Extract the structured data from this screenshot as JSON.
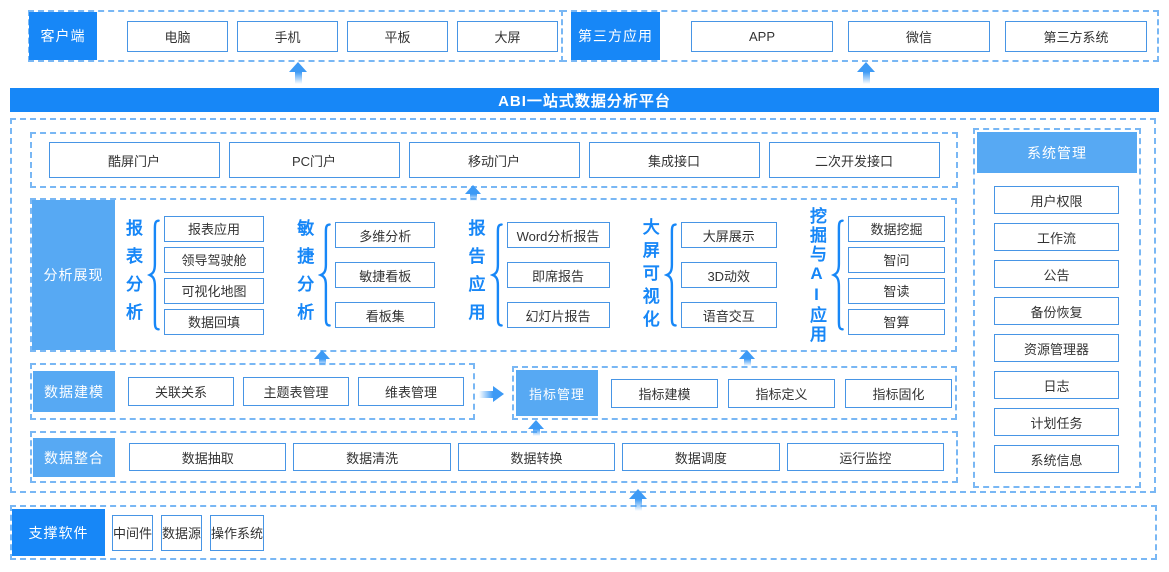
{
  "banner": {
    "title": "ABI一站式数据分析平台"
  },
  "client": {
    "label": "客户端",
    "items": [
      "电脑",
      "手机",
      "平板",
      "大屏"
    ]
  },
  "third_party": {
    "label": "第三方应用",
    "items": [
      "APP",
      "微信",
      "第三方系统"
    ]
  },
  "portals": {
    "items": [
      "酷屏门户",
      "PC门户",
      "移动门户",
      "集成接口",
      "二次开发接口"
    ]
  },
  "analysis": {
    "label": "分析展现",
    "groups": [
      {
        "title": "报表分析",
        "items": [
          "报表应用",
          "领导驾驶舱",
          "可视化地图",
          "数据回填"
        ]
      },
      {
        "title": "敏捷分析",
        "items": [
          "多维分析",
          "敏捷看板",
          "看板集"
        ]
      },
      {
        "title": "报告应用",
        "items": [
          "Word分析报告",
          "即席报告",
          "幻灯片报告"
        ]
      },
      {
        "title": "大屏可视化",
        "items": [
          "大屏展示",
          "3D动效",
          "语音交互"
        ]
      },
      {
        "title": "挖掘与AI应用",
        "items": [
          "数据挖掘",
          "智问",
          "智读",
          "智算"
        ]
      }
    ]
  },
  "modeling": {
    "label": "数据建模",
    "items": [
      "关联关系",
      "主题表管理",
      "维表管理"
    ]
  },
  "indicator": {
    "label": "指标管理",
    "items": [
      "指标建模",
      "指标定义",
      "指标固化"
    ]
  },
  "integration": {
    "label": "数据整合",
    "items": [
      "数据抽取",
      "数据清洗",
      "数据转换",
      "数据调度",
      "运行监控"
    ]
  },
  "system": {
    "label": "系统管理",
    "items": [
      "用户权限",
      "工作流",
      "公告",
      "备份恢复",
      "资源管理器",
      "日志",
      "计划任务",
      "系统信息"
    ]
  },
  "support": {
    "label": "支撑软件",
    "items": [
      "中间件",
      "数据源",
      "操作系统"
    ]
  },
  "colors": {
    "primary": "#1787F7",
    "secondary": "#57A9F3",
    "box_border": "#4795E5",
    "dashed_border": "#79B7F4",
    "box_text": "#333333",
    "arrow": "#3D9AF5"
  }
}
